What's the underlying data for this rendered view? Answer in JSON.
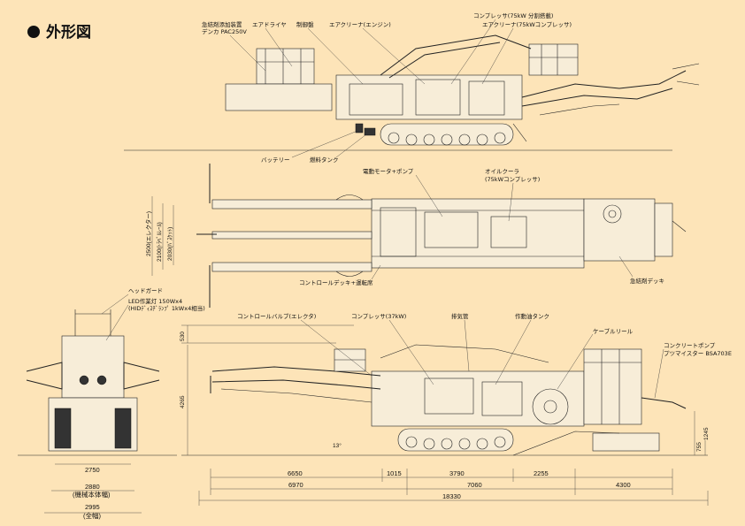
{
  "title": "外形図",
  "side_view_labels": {
    "accelerator": "急結剤添加装置",
    "accelerator_model": "デンカ PAC250V",
    "air_dryer": "エアドライヤ",
    "control_panel": "制御盤",
    "air_cleaner_engine": "エアクリーナ(エンジン)",
    "compressor": "コンプレッサ(75kW 分割搭載)",
    "air_cleaner_compressor": "エアクリーナ(75kWコンプレッサ)",
    "battery": "バッテリー",
    "fuel_tank": "燃料タンク"
  },
  "plan_view_labels": {
    "motor_pump": "電動モータ+ポンプ",
    "oil_cooler": "オイルクーラ",
    "oil_cooler_note": "(75kWコンプレッサ)",
    "control_deck": "コントロールデッキ+運転席",
    "accelerator_deck": "急結剤デッキ",
    "dim_2500": "2500(エレクター)",
    "dim_2100": "2100(ﾄﾗﾍﾞﾙﾚｰﾙ)",
    "dim_2030": "2030(ﾊﾞｽｹｯﾄ)"
  },
  "front_view_labels": {
    "head_guard": "ヘッドガード",
    "led_light": "LED作業灯 150Wx4",
    "hid_light": "(HIDﾃﾞｨｽﾁﾞﾗﾝﾌﾟ 1kWx4相当)",
    "dim_2750": "2750",
    "dim_2880": "2880",
    "note_machine_width": "(機械本体幅)",
    "dim_2995": "2995",
    "note_total_width": "(全幅)"
  },
  "bottom_view_labels": {
    "control_valve": "コントロールバルブ(エレクタ)",
    "compressor_37": "コンプレッサ(37kW)",
    "exhaust_pipe": "排気管",
    "hydraulic_tank": "作動油タンク",
    "cable_reel": "ケーブルリール",
    "concrete_pump": "コンクリートポンプ",
    "concrete_pump_model": "プツマイスター BSA703E"
  },
  "dimensions": {
    "h_530": "530",
    "h_4265": "4265",
    "angle_13": "13°",
    "d_6650": "6650",
    "d_1015": "1015",
    "d_3790": "3790",
    "d_2255": "2255",
    "d_6970": "6970",
    "d_7060": "7060",
    "d_4300": "4300",
    "d_18330": "18330",
    "d_1245": "1245",
    "d_755": "755"
  }
}
